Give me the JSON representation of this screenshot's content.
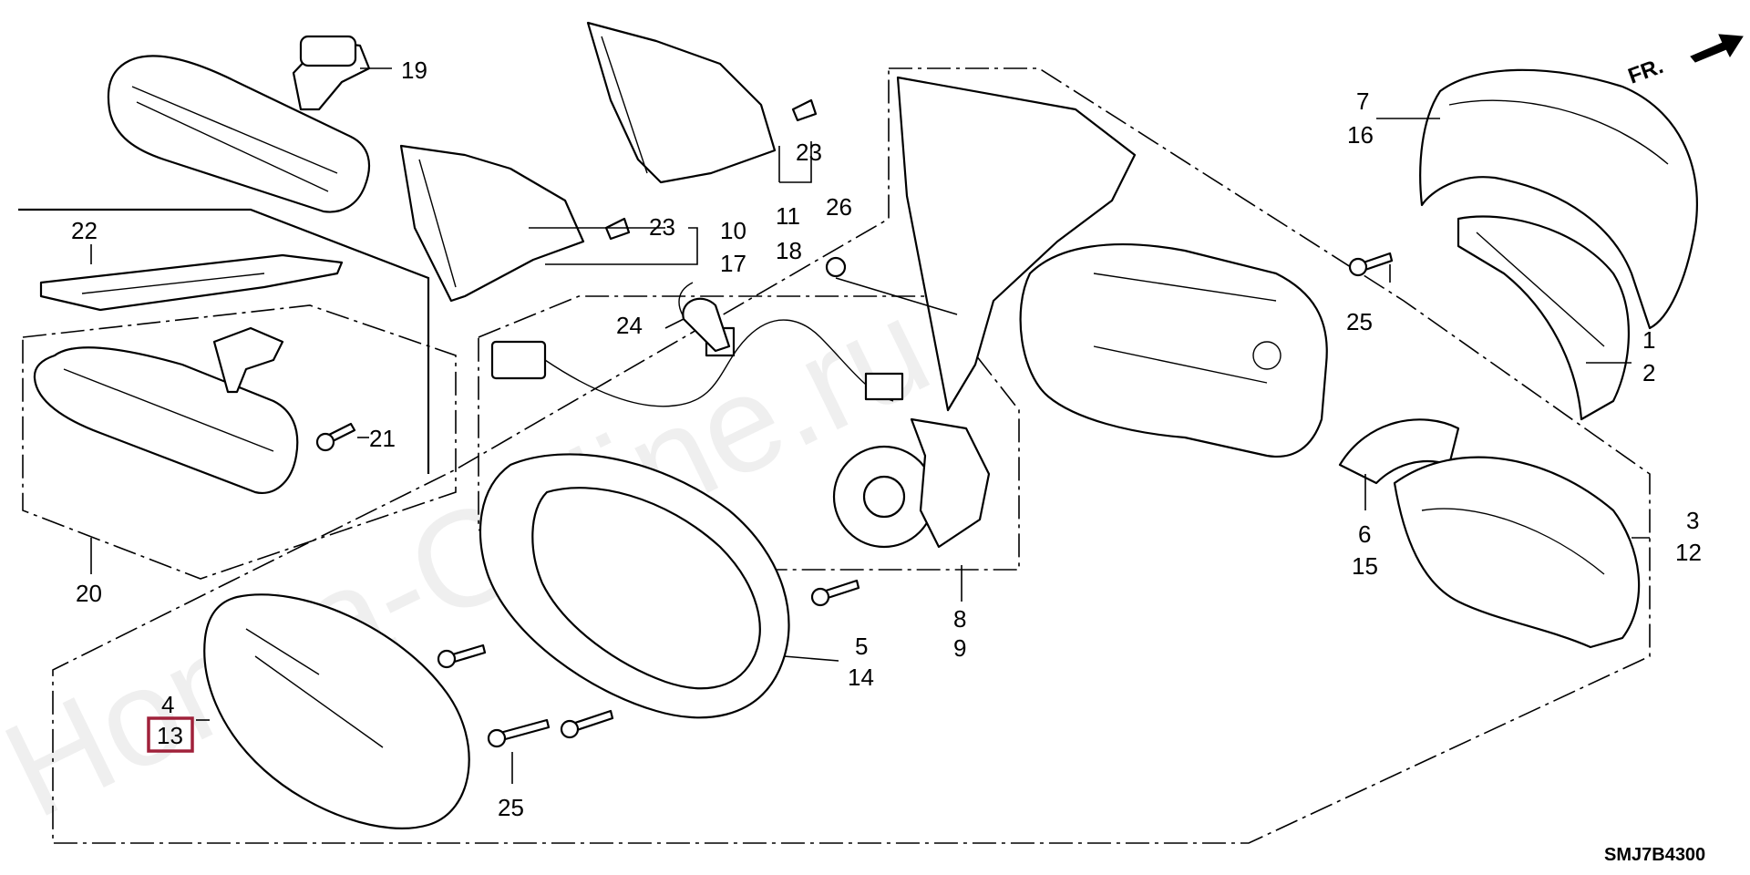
{
  "diagram": {
    "diagram_code": "SMJ7B4300",
    "watermark": "Honda-Ohline.ru",
    "direction_marker": "FR.",
    "highlight_color": "#a0213a",
    "callouts": {
      "c1": "1",
      "c2": "2",
      "c3": "3",
      "c4": "4",
      "c5": "5",
      "c6": "6",
      "c7": "7",
      "c8": "8",
      "c9": "9",
      "c10": "10",
      "c11": "11",
      "c12": "12",
      "c13": "13",
      "c14": "14",
      "c15": "15",
      "c16": "16",
      "c17": "17",
      "c18": "18",
      "c19": "19",
      "c20": "20",
      "c21": "21",
      "c22": "22",
      "c23a": "23",
      "c23b": "23",
      "c24": "24",
      "c25a": "25",
      "c25b": "25",
      "c26": "26"
    }
  }
}
